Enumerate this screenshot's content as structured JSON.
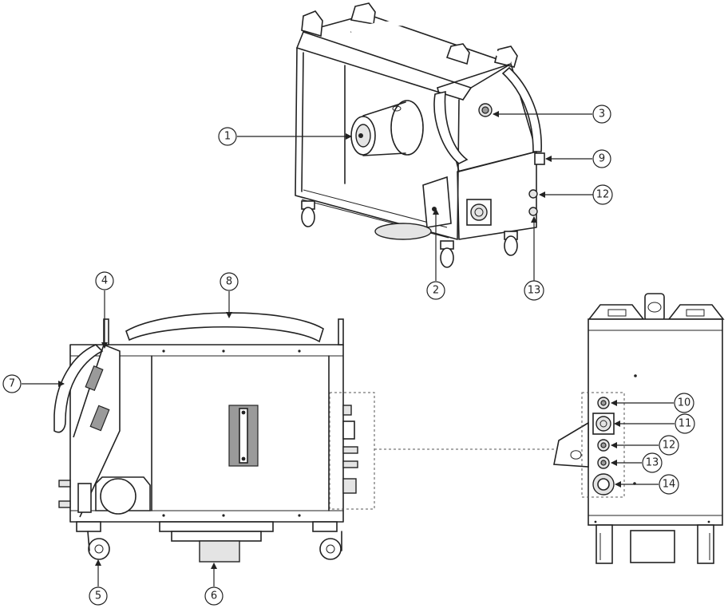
{
  "callouts": [
    {
      "id": "c1",
      "label": "1"
    },
    {
      "id": "c2",
      "label": "2"
    },
    {
      "id": "c3",
      "label": "3"
    },
    {
      "id": "c4",
      "label": "4"
    },
    {
      "id": "c5",
      "label": "5"
    },
    {
      "id": "c6",
      "label": "6"
    },
    {
      "id": "c7",
      "label": "7"
    },
    {
      "id": "c8",
      "label": "8"
    },
    {
      "id": "c9",
      "label": "9"
    },
    {
      "id": "c10",
      "label": "10"
    },
    {
      "id": "c11",
      "label": "11"
    },
    {
      "id": "c12a",
      "label": "12"
    },
    {
      "id": "c12b",
      "label": "12"
    },
    {
      "id": "c13a",
      "label": "13"
    },
    {
      "id": "c13b",
      "label": "13"
    },
    {
      "id": "c14",
      "label": "14"
    }
  ]
}
